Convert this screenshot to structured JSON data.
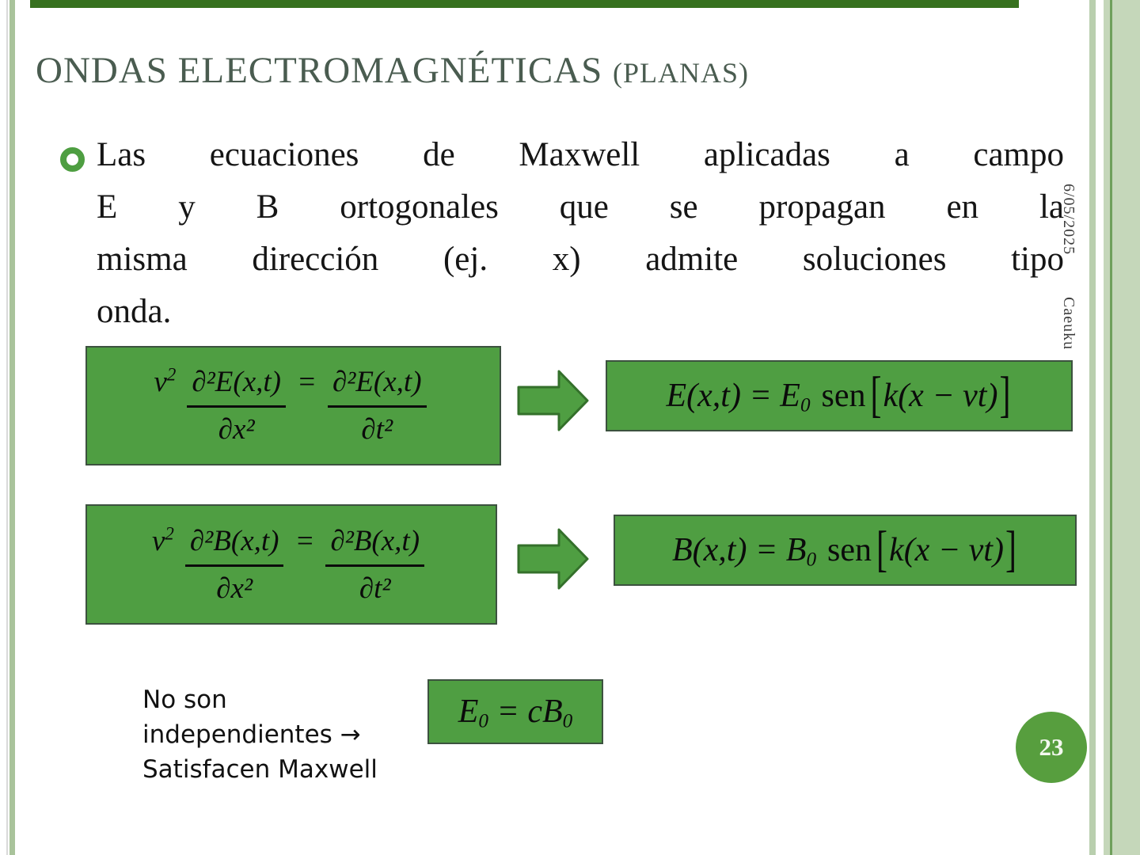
{
  "title": {
    "part1": "ONDAS ELECTROMAGNÉTICAS ",
    "part2": "(PLANAS)",
    "color": "#4a5c50"
  },
  "body": {
    "bullet_color": "#4e9e41",
    "lines": [
      "Las ecuaciones de Maxwell aplicadas a campo",
      "E y B ortogonales que se propagan en la",
      "misma dirección (ej. x) admite soluciones tipo",
      "onda."
    ]
  },
  "equations": {
    "box_fill": "#4f9e42",
    "box_border": "#3c523f",
    "arrow_fill": "#4f9e42",
    "arrow_border": "#34702b",
    "wave_E": {
      "coef_base": "v",
      "coef_exp": "2",
      "num1": "∂²E(x,t)",
      "den1": "∂x²",
      "equals": "=",
      "num2": "∂²E(x,t)",
      "den2": "∂t²"
    },
    "wave_B": {
      "coef_base": "v",
      "coef_exp": "2",
      "num1": "∂²B(x,t)",
      "den1": "∂x²",
      "equals": "=",
      "num2": "∂²B(x,t)",
      "den2": "∂t²"
    },
    "solution_E": {
      "lhs": "E(x,t) = E",
      "sub": "0",
      "fn": "sen",
      "open": "[",
      "arg": "k(x − vt)",
      "close": "]"
    },
    "solution_B": {
      "lhs": "B(x,t) = B",
      "sub": "0",
      "fn": "sen",
      "open": "[",
      "arg": "k(x − vt)",
      "close": "]"
    },
    "relation": {
      "lhs": "E",
      "lhs_sub": "0",
      "equals": " = ",
      "rhs": "cB",
      "rhs_sub": "0"
    }
  },
  "note": {
    "lines": [
      "No son",
      "independientes →",
      "Satisfacen Maxwell"
    ]
  },
  "sidebar": {
    "date": "6/05/2025",
    "footer": "Caeuku"
  },
  "page_number": {
    "value": "23",
    "circle_color": "#579e3e"
  },
  "decor": {
    "top_bar": "#37711f",
    "left_gray_line": "#d9d9d9",
    "left_green_line": "#a9c39b",
    "right_outer_strip": "#b9cfae",
    "right_band": "#c5d7ba",
    "right_band_line": "#6fa05c"
  }
}
